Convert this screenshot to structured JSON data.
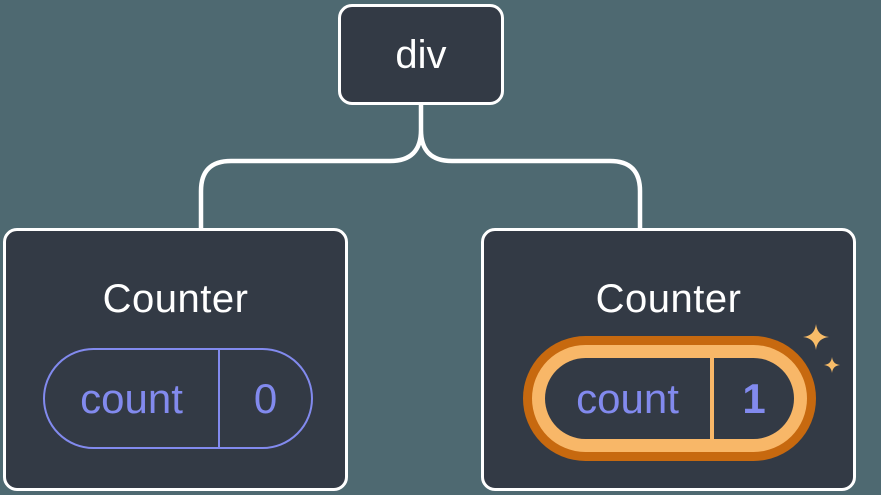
{
  "diagram": {
    "description": "React component tree showing state isolation between siblings",
    "root": {
      "label": "div"
    },
    "children": [
      {
        "title": "Counter",
        "state": {
          "key": "count",
          "value": "0"
        },
        "highlighted": false
      },
      {
        "title": "Counter",
        "state": {
          "key": "count",
          "value": "1"
        },
        "highlighted": true
      }
    ]
  },
  "icons": {
    "sparkle_large": "sparkle-icon",
    "sparkle_small": "sparkle-icon"
  },
  "colors": {
    "background": "#4E6971",
    "node_fill": "#333A45",
    "node_border": "#FFFFFF",
    "connector_line": "#FFFFFF",
    "title_text": "#FFFFFF",
    "state_accent_purple": "#828AEE",
    "highlight_ring_outer": "#C7690F",
    "highlight_ring_inner": "#F8B768",
    "sparkle": "#F8BC68"
  }
}
